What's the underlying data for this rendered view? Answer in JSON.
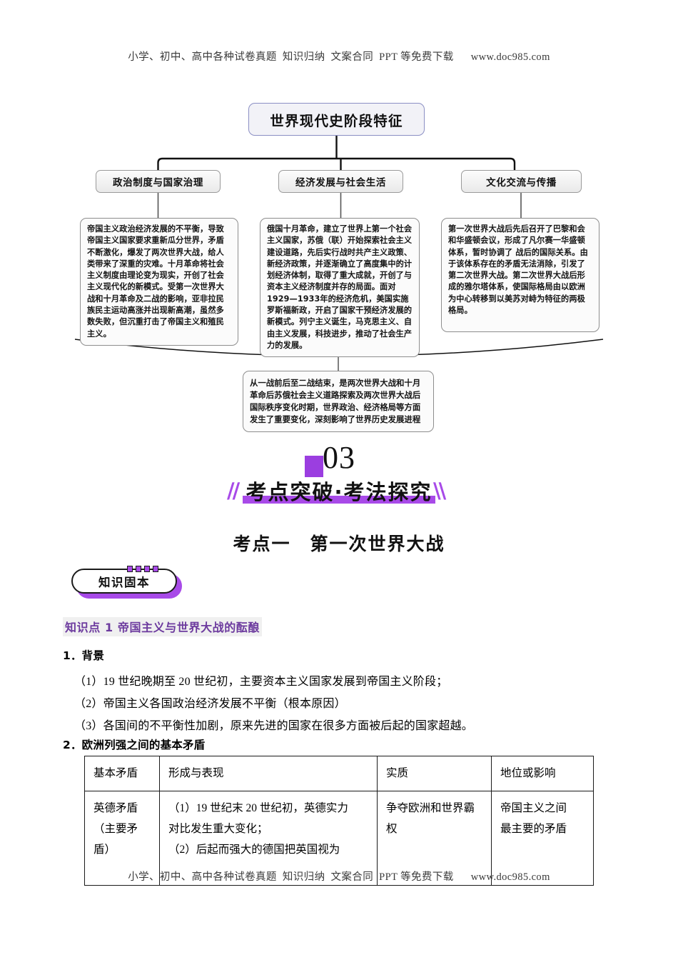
{
  "running_header": "小学、初中、高中各种试卷真题  知识归纳  文案合同  PPT 等免费下载      www.doc985.com",
  "running_footer": "小学、初中、高中各种试卷真题  知识归纳  文案合同  PPT 等免费下载      www.doc985.com",
  "flowchart": {
    "title": "世界现代史阶段特征",
    "categories": [
      {
        "label": "政治制度与国家治理"
      },
      {
        "label": "经济发展与社会生活"
      },
      {
        "label": "文化交流与传播"
      }
    ],
    "details": [
      {
        "text": "帝国主义政治经济发展的不平衡，导致帝国主义国家要求重新瓜分世界，矛盾不断激化，爆发了两次世界大战，给人类带来了深重的灾难。十月革命将社会主义制度由理论变为现实，开创了社会主义现代化的新模式。受第一次世界大战和十月革命及二战的影响，亚非拉民族民主运动高涨并出现新高潮，虽然多数失败，但沉重打击了帝国主义和殖民主义。"
      },
      {
        "text": "俄国十月革命，建立了世界上第一个社会主义国家，苏俄（联）开始探索社会主义建设道路，先后实行战时共产主义政策、新经济政策，并逐渐确立了高度集中的计划经济体制，取得了重大成就，开创了与资本主义经济制度并存的局面。面对1929—1933年的经济危机，美国实施罗斯福新政，开启了国家干预经济发展的新模式。列宁主义诞生，马克思主义、自由主义发展，科技进步，推动了社会生产力的发展。"
      },
      {
        "text": "第一次世界大战后先后召开了巴黎和会和华盛顿会议，形成了凡尔赛一华盛顿体系，暂时协调了\n战后的国际关系。由于该体系存在的矛盾无法消除，引发了第二次世界大战。第二次世界大战后形成的雅尔塔体系，使国际格局由以欧洲为中心转移到以美苏对峙为特征的两极格局。"
      }
    ],
    "summary": "从一战前后至二战结束，是两次世界大战和十月革命后苏俄社会主义道路探索及两次世界大战后国际秩序变化时期，世界政治、经济格局等方面发生了重要变化，深刻影响了世界历史发展进程"
  },
  "section": {
    "number": "03",
    "title": "考点突破·考法探究",
    "slash_left": "//",
    "slash_right": "\\\\",
    "accent_color": "#a84ae8"
  },
  "kaodian_heading": "考点一　第一次世界大战",
  "badge": {
    "label": "知识固本"
  },
  "zhishidian": {
    "label": "知识点 1 帝国主义与世界大战的酝酿",
    "color": "#6c3a9e"
  },
  "content": {
    "background_heading": "1．背景",
    "background_points": [
      "（1）19 世纪晚期至 20 世纪初，主要资本主义国家发展到帝国主义阶段；",
      "（2）帝国主义各国政治经济发展不平衡（根本原因）",
      "（3）各国间的不平衡性加剧，原来先进的国家在很多方面被后起的国家超越。"
    ],
    "contradiction_heading": "2．欧洲列强之间的基本矛盾"
  },
  "table": {
    "headers": [
      "基本矛盾",
      "形成与表现",
      "实质",
      "地位或影响"
    ],
    "rows": [
      {
        "c1": "英德矛盾\n（主要矛\n盾）",
        "c2": "（1）19 世纪末 20 世纪初，英德实力\n对比发生重大变化；\n（2）后起而强大的德国把英国视为",
        "c3": "争夺欧洲和世界霸\n权",
        "c4": "帝国主义之间\n最主要的矛盾"
      }
    ]
  }
}
